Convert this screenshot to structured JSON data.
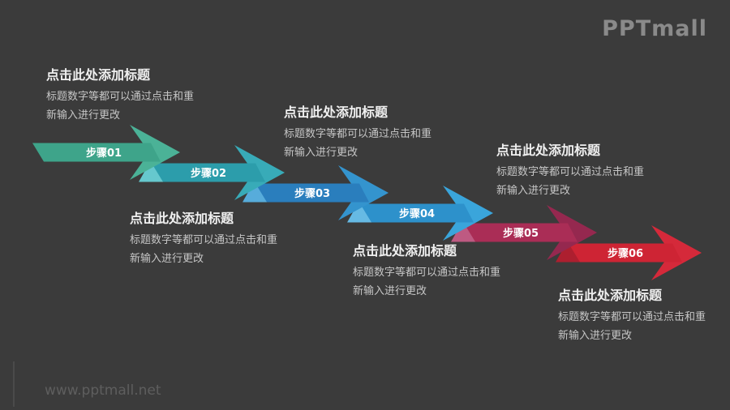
{
  "slide": {
    "background": "#3B3B3B",
    "logo_text": "PPTmall",
    "logo_color": "#8A8A8A",
    "watermark_text": "www.pptmall.net",
    "watermark_color": "#5E5E5E",
    "title_color": "#F0F0F0",
    "body_color": "#C6C6C6",
    "label_color": "#FFFFFF"
  },
  "steps": [
    {
      "label": "步骤01",
      "title": "点击此处添加标题",
      "body_line1": "标题数字等都可以通过点击和重",
      "body_line2": "新输入进行更改",
      "shaft_color": "#3EA48A",
      "head_color": "#4BB297",
      "fold_color": null
    },
    {
      "label": "步骤02",
      "title": "点击此处添加标题",
      "body_line1": "标题数字等都可以通过点击和重",
      "body_line2": "新输入进行更改",
      "shaft_color": "#2C9DAB",
      "head_color": "#38ABB8",
      "fold_color": "#66C8CE"
    },
    {
      "label": "步骤03",
      "title": "点击此处添加标题",
      "body_line1": "标题数字等都可以通过点击和重",
      "body_line2": "新输入进行更改",
      "shaft_color": "#2A7EBD",
      "head_color": "#3494CE",
      "fold_color": "#57ACDB"
    },
    {
      "label": "步骤04",
      "title": "点击此处添加标题",
      "body_line1": "标题数字等都可以通过点击和重",
      "body_line2": "新输入进行更改",
      "shaft_color": "#2D91CB",
      "head_color": "#3AA5DB",
      "fold_color": "#66BAE4"
    },
    {
      "label": "步骤05",
      "title": "点击此处添加标题",
      "body_line1": "标题数字等都可以通过点击和重",
      "body_line2": "新输入进行更改",
      "shaft_color": "#AA2D56",
      "head_color": "#95284F",
      "fold_color": "#BE5A82"
    },
    {
      "label": "步骤06",
      "title": "点击此处添加标题",
      "body_line1": "标题数字等都可以通过点击和重",
      "body_line2": "新输入进行更改",
      "shaft_color": "#CE2434",
      "head_color": "#D5293A",
      "fold_color": "#AD1F2F"
    }
  ]
}
